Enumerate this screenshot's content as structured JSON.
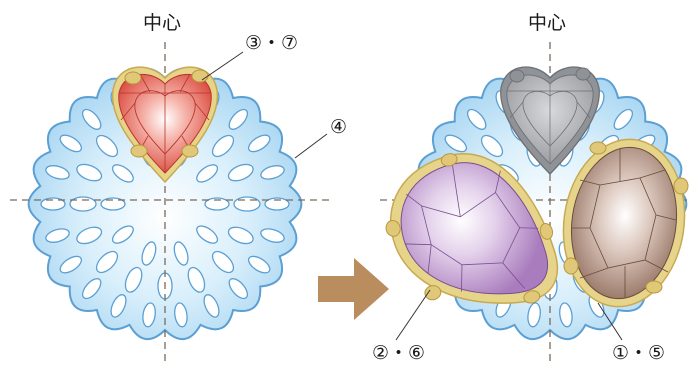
{
  "left_panel": {
    "center_label": "中心",
    "label_heart": "③・⑦",
    "label_base": "④"
  },
  "right_panel": {
    "center_label": "中心",
    "label_pear": "②・⑥",
    "label_oval": "①・⑤"
  },
  "colors": {
    "base_fill": "#a9d6f2",
    "base_stroke": "#5b9fd3",
    "setting_gold": "#e6d48a",
    "ruby": "#e36a5c",
    "grey_heart": "#a6a8ac",
    "amethyst": "#b48ac4",
    "smoky_quartz": "#a07f6e",
    "arrow": "#b98d5e",
    "guide_line": "#7a6a5a"
  },
  "icons": {
    "arrow": "right-arrow-icon"
  }
}
